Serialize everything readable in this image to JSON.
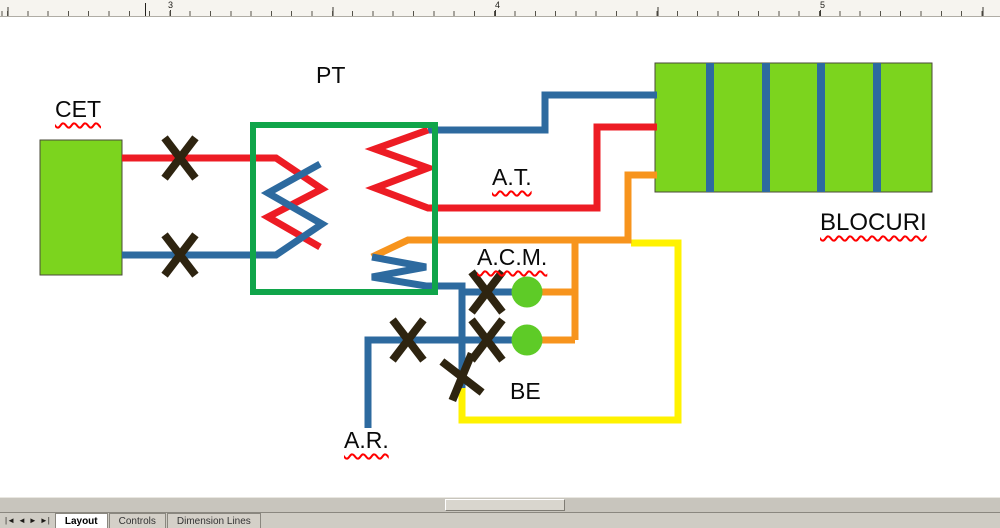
{
  "ruler": {
    "marks": [
      "3",
      "4",
      "5"
    ]
  },
  "canvas": {
    "labels": {
      "cet": "CET",
      "pt": "PT",
      "at": "A.T.",
      "acm": "A.C.M.",
      "be": "BE",
      "blocuri": "BLOCURI",
      "ar": "A.R."
    },
    "colors": {
      "pipe_red": "#ed1c24",
      "pipe_blue": "#2d6a9f",
      "pipe_orange": "#f7941d",
      "pipe_yellow": "#fff200",
      "block_green": "#7cd41e",
      "pt_border_green": "#10a54a",
      "pump_green": "#5ecb27",
      "valve_dark": "#2e2410",
      "spellcheck_red": "#ff0000"
    }
  },
  "sheet_tabs": {
    "nav_icons": {
      "first": "|◄",
      "prev": "◄",
      "next": "►",
      "last": "►|"
    },
    "items": [
      {
        "label": "Layout"
      },
      {
        "label": "Controls"
      },
      {
        "label": "Dimension Lines"
      }
    ],
    "active": "Layout"
  }
}
